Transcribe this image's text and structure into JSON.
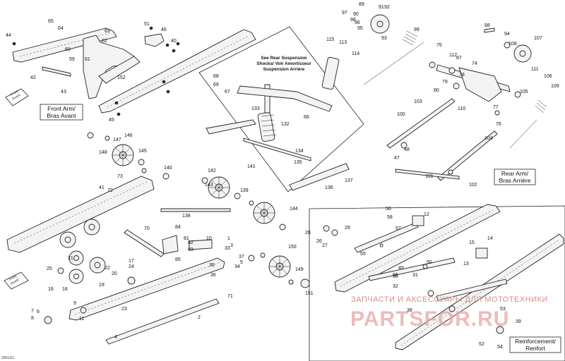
{
  "diagram": {
    "callouts": {
      "front_arm": [
        "Front Arm/",
        "Bras Avant"
      ],
      "rear_arm": [
        "Rear Arm/",
        "Bras Arrière"
      ],
      "reinforcement": [
        "Reinforcement/",
        "Renfort"
      ]
    },
    "note": [
      "See Rear Suspension",
      "Shocks/ Voir Amortisseur",
      "Suspension Arrière"
    ],
    "front_tags": [
      "Front",
      "Avant"
    ],
    "watermark": {
      "small": "ЗАПЧАСТИ И АКСЕССУАРЫ ДЛЯ МОТОТЕХНИКИ",
      "large": "PARTSFOR.RU"
    },
    "image_code": "2691111",
    "part_numbers": [
      "1",
      "2",
      "3",
      "4",
      "5",
      "6",
      "7",
      "8",
      "9",
      "10",
      "11",
      "12",
      "13",
      "14",
      "15",
      "16",
      "17",
      "18",
      "19",
      "20",
      "21",
      "22",
      "23",
      "24",
      "25",
      "26",
      "27",
      "28",
      "29",
      "30",
      "31",
      "32",
      "33",
      "34",
      "35",
      "36",
      "37",
      "38",
      "39",
      "40",
      "41",
      "42",
      "43",
      "44",
      "45",
      "46",
      "47",
      "48",
      "49",
      "50",
      "51",
      "52",
      "53",
      "54",
      "55",
      "56",
      "57",
      "58",
      "59",
      "60",
      "61",
      "62",
      "63",
      "64",
      "65",
      "66",
      "67",
      "68",
      "69",
      "70",
      "71",
      "72",
      "73",
      "74",
      "75",
      "76",
      "77",
      "78",
      "79",
      "80",
      "81",
      "82",
      "83",
      "84",
      "85",
      "86",
      "87",
      "88",
      "89",
      "90",
      "91",
      "92",
      "93",
      "94",
      "95",
      "96",
      "97",
      "98",
      "99",
      "100",
      "101",
      "102",
      "103",
      "104",
      "105",
      "106",
      "107",
      "108",
      "109",
      "110",
      "111",
      "112",
      "113",
      "114",
      "115",
      "132",
      "133",
      "134",
      "135",
      "136",
      "137",
      "138",
      "139",
      "140",
      "141",
      "142",
      "143",
      "144",
      "145",
      "146",
      "147",
      "148",
      "149",
      "150",
      "151",
      "152"
    ]
  }
}
